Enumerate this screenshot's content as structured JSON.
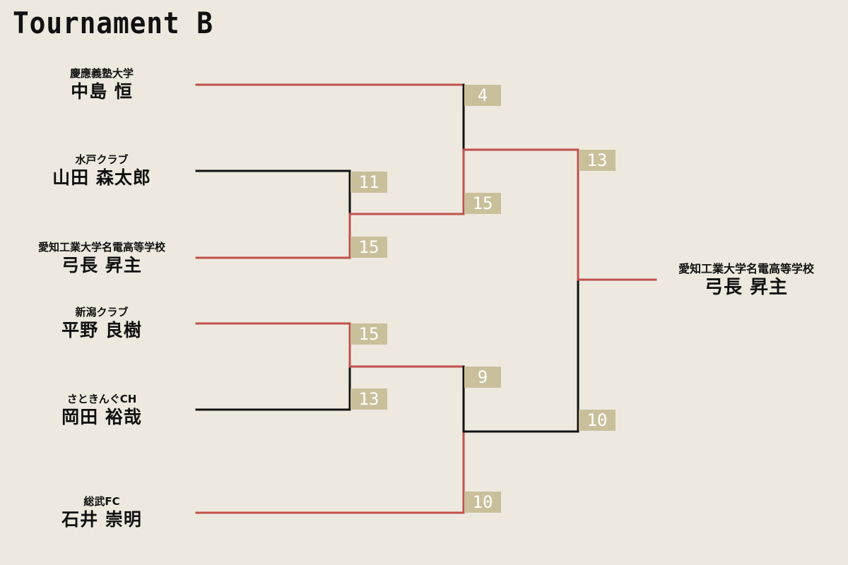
{
  "title": "Tournament B",
  "colors": {
    "background": "#ede9df",
    "win_line": "#c0504d",
    "loss_line": "#111111",
    "score_box": "#c9c09b"
  },
  "players": [
    {
      "club": "慶應義塾大学",
      "name": "中島 恒"
    },
    {
      "club": "水戸クラブ",
      "name": "山田 森太郎"
    },
    {
      "club": "愛知工業大学名電高等学校",
      "name": "弓長 昇主"
    },
    {
      "club": "新潟クラブ",
      "name": "平野 良樹"
    },
    {
      "club": "さときんぐCH",
      "name": "岡田 裕哉"
    },
    {
      "club": "総武FC",
      "name": "石井 崇明"
    }
  ],
  "scores": {
    "r1_match1_top": "11",
    "r1_match1_bottom": "15",
    "r1_match2_top": "15",
    "r1_match2_bottom": "13",
    "sf1_top": "4",
    "sf1_bottom": "15",
    "sf2_top": "9",
    "sf2_bottom": "10",
    "final_top": "13",
    "final_bottom": "10"
  },
  "winner": {
    "club": "愛知工業大学名電高等学校",
    "name": "弓長 昇主"
  }
}
